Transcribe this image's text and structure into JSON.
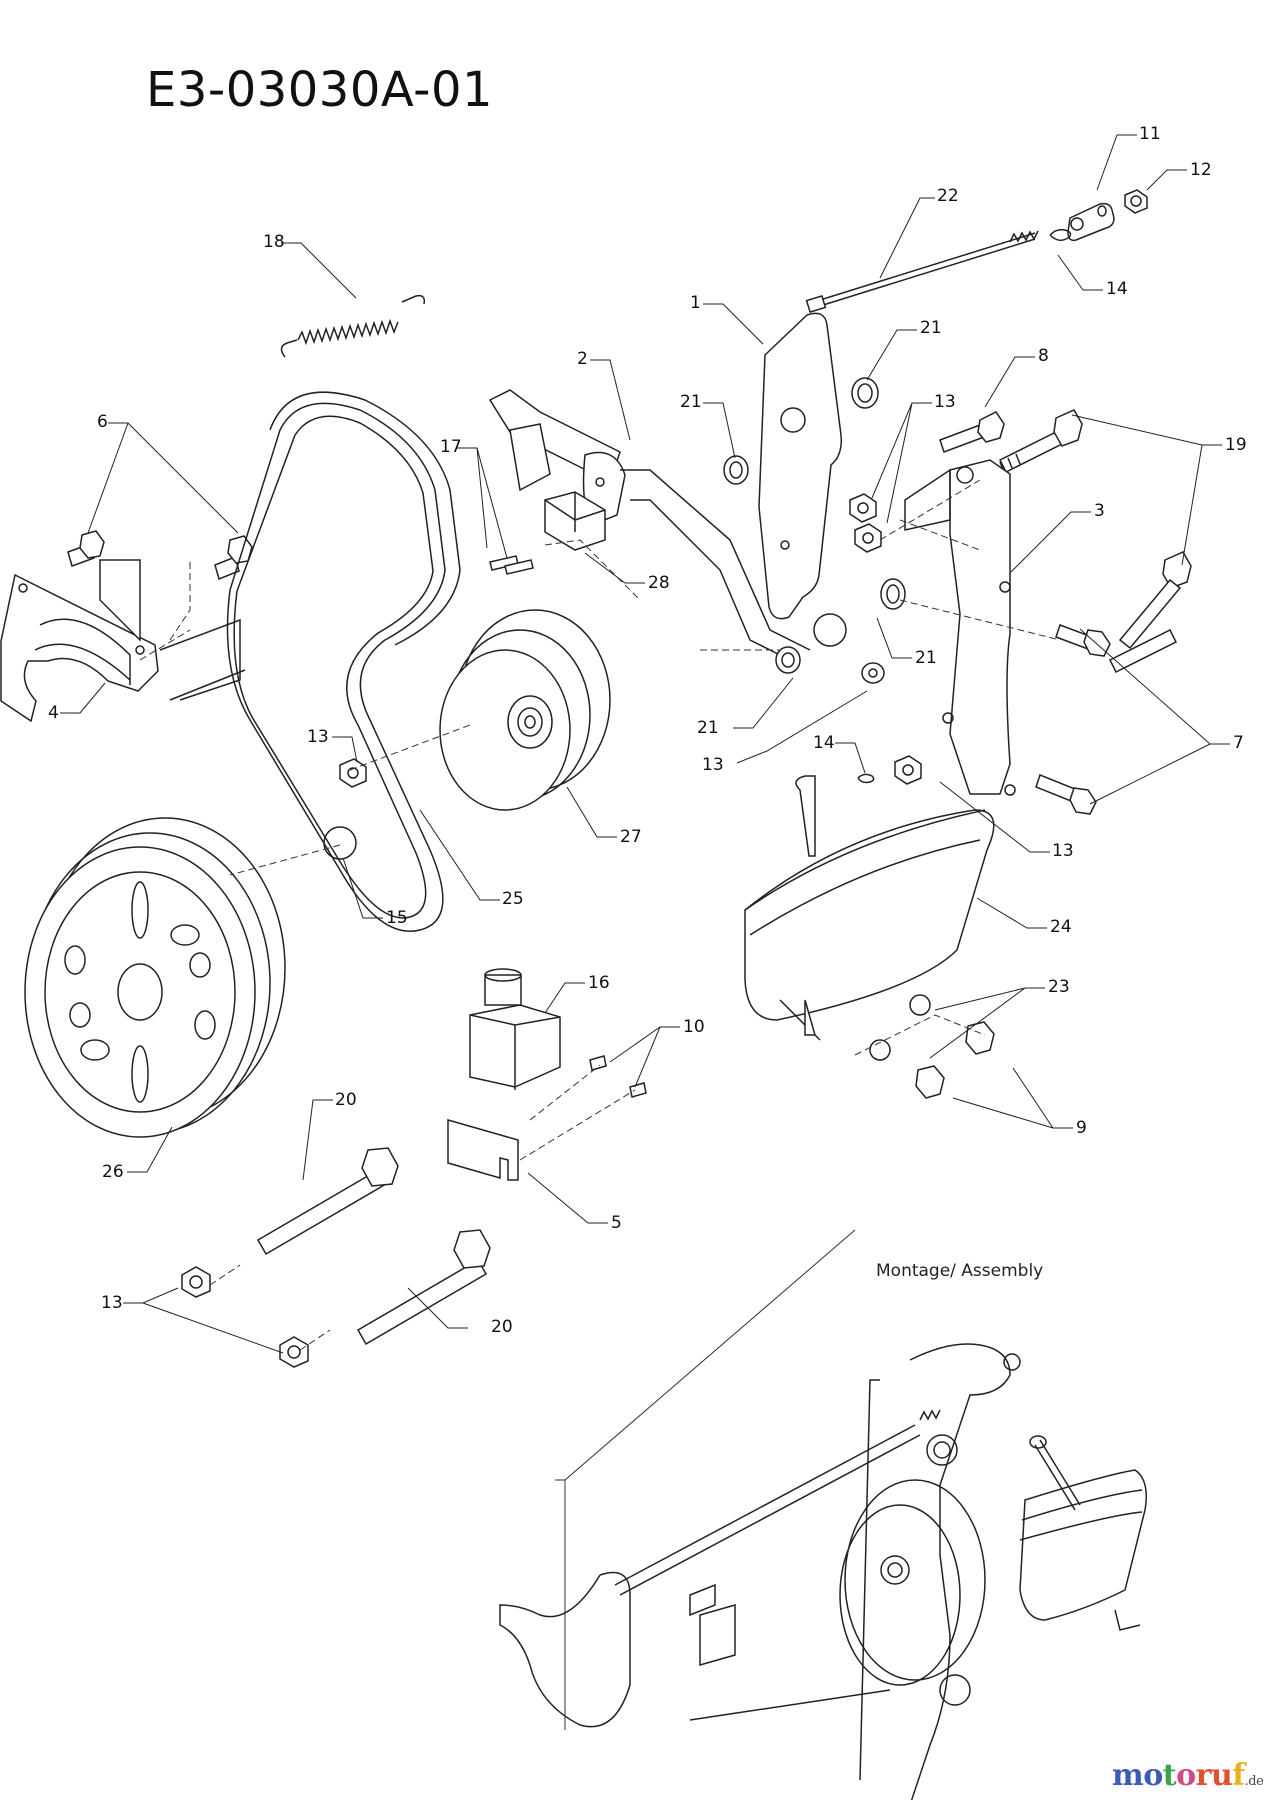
{
  "diagram": {
    "part_number": "E3-03030A-01",
    "assembly_label": "Montage/ Assembly",
    "logo": {
      "letters": [
        {
          "char": "m",
          "color": "#3b5bb5"
        },
        {
          "char": "o",
          "color": "#3b5bb5"
        },
        {
          "char": "t",
          "color": "#3aa24a"
        },
        {
          "char": "o",
          "color": "#d1497f"
        },
        {
          "char": "r",
          "color": "#e0512f"
        },
        {
          "char": "u",
          "color": "#e0512f"
        },
        {
          "char": "f",
          "color": "#e6b320"
        }
      ],
      "suffix": ".de"
    },
    "callouts": [
      {
        "id": "c11",
        "label": "11"
      },
      {
        "id": "c12",
        "label": "12"
      },
      {
        "id": "c22",
        "label": "22"
      },
      {
        "id": "c14a",
        "label": "14"
      },
      {
        "id": "c18",
        "label": "18"
      },
      {
        "id": "c1",
        "label": "1"
      },
      {
        "id": "c21a",
        "label": "21"
      },
      {
        "id": "c8",
        "label": "8"
      },
      {
        "id": "c2",
        "label": "2"
      },
      {
        "id": "c21b",
        "label": "21"
      },
      {
        "id": "c13a",
        "label": "13"
      },
      {
        "id": "c19",
        "label": "19"
      },
      {
        "id": "c6",
        "label": "6"
      },
      {
        "id": "c17",
        "label": "17"
      },
      {
        "id": "c3",
        "label": "3"
      },
      {
        "id": "c28",
        "label": "28"
      },
      {
        "id": "c4",
        "label": "4"
      },
      {
        "id": "c21c",
        "label": "21"
      },
      {
        "id": "c21d",
        "label": "21"
      },
      {
        "id": "c13b",
        "label": "13"
      },
      {
        "id": "c7",
        "label": "7"
      },
      {
        "id": "c13c",
        "label": "13"
      },
      {
        "id": "c14b",
        "label": "14"
      },
      {
        "id": "c27",
        "label": "27"
      },
      {
        "id": "c13d",
        "label": "13"
      },
      {
        "id": "c15",
        "label": "15"
      },
      {
        "id": "c25",
        "label": "25"
      },
      {
        "id": "c24",
        "label": "24"
      },
      {
        "id": "c16",
        "label": "16"
      },
      {
        "id": "c23",
        "label": "23"
      },
      {
        "id": "c10",
        "label": "10"
      },
      {
        "id": "c9",
        "label": "9"
      },
      {
        "id": "c26",
        "label": "26"
      },
      {
        "id": "c20a",
        "label": "20"
      },
      {
        "id": "c5",
        "label": "5"
      },
      {
        "id": "c13e",
        "label": "13"
      },
      {
        "id": "c20b",
        "label": "20"
      }
    ]
  }
}
